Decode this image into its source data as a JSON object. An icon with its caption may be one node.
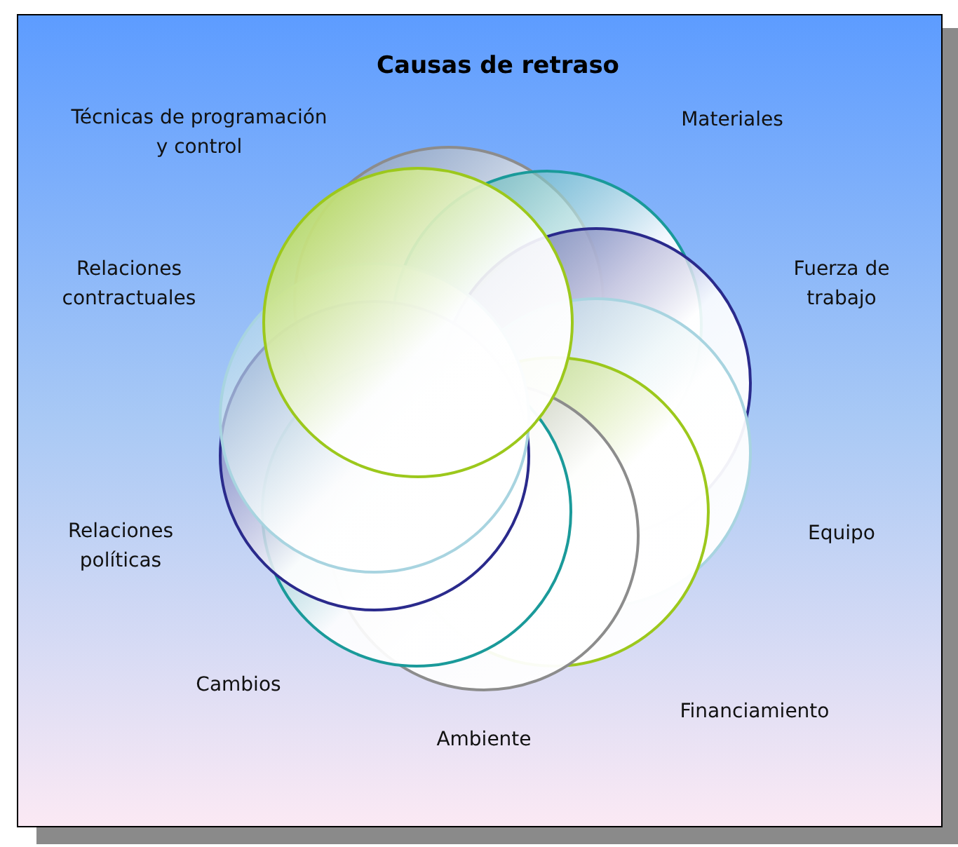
{
  "diagram": {
    "title": "Causas de retraso",
    "labels": [
      "Técnicas de programación y control",
      "Materiales",
      "Relaciones contractuales",
      "Fuerza de trabajo",
      "Equipo",
      "Relaciones políticas",
      "Cambios",
      "Financiamiento",
      "Ambiente"
    ]
  }
}
